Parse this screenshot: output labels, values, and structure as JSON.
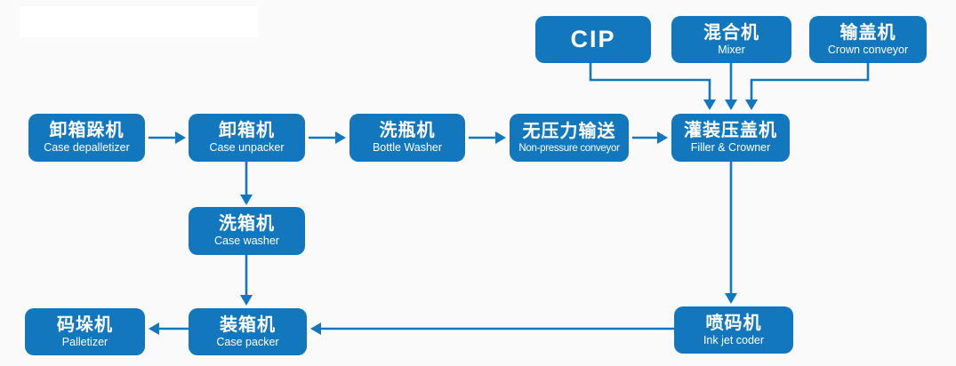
{
  "diagram": {
    "description": "Bottling line process flow diagram",
    "accent_color": "#1377BD",
    "background_color": "#fafafa",
    "text_color": "#ffffff",
    "nodes": {
      "cip": {
        "title": "CIP",
        "subtitle": ""
      },
      "mixer": {
        "title": "混合机",
        "subtitle": "Mixer"
      },
      "crown_conveyor": {
        "title": "输盖机",
        "subtitle": "Crown conveyor"
      },
      "case_depalletizer": {
        "title": "卸箱跺机",
        "subtitle": "Case  depalletizer"
      },
      "case_unpacker": {
        "title": "卸箱机",
        "subtitle": "Case unpacker"
      },
      "bottle_washer": {
        "title": "洗瓶机",
        "subtitle": "Bottle Washer"
      },
      "non_pressure_conveyor": {
        "title": "无压力输送",
        "subtitle": "Non-pressure conveyor"
      },
      "filler_crowner": {
        "title": "灌装压盖机",
        "subtitle": "Filler & Crowner"
      },
      "case_washer": {
        "title": "洗箱机",
        "subtitle": "Case washer"
      },
      "palletizer": {
        "title": "码垛机",
        "subtitle": "Palletizer"
      },
      "case_packer": {
        "title": "装箱机",
        "subtitle": "Case packer"
      },
      "ink_jet_coder": {
        "title": "喷码机",
        "subtitle": "Ink jet coder"
      }
    },
    "edges": [
      {
        "from": "cip",
        "to": "filler_crowner"
      },
      {
        "from": "mixer",
        "to": "filler_crowner"
      },
      {
        "from": "crown_conveyor",
        "to": "filler_crowner"
      },
      {
        "from": "case_depalletizer",
        "to": "case_unpacker"
      },
      {
        "from": "case_unpacker",
        "to": "bottle_washer"
      },
      {
        "from": "bottle_washer",
        "to": "non_pressure_conveyor"
      },
      {
        "from": "non_pressure_conveyor",
        "to": "filler_crowner"
      },
      {
        "from": "case_unpacker",
        "to": "case_washer"
      },
      {
        "from": "case_washer",
        "to": "case_packer"
      },
      {
        "from": "filler_crowner",
        "to": "ink_jet_coder"
      },
      {
        "from": "ink_jet_coder",
        "to": "case_packer"
      },
      {
        "from": "case_packer",
        "to": "palletizer"
      }
    ]
  }
}
